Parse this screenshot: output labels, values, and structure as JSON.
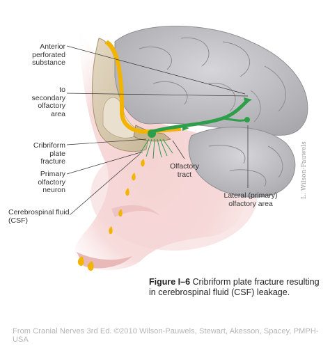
{
  "labels": {
    "anterior_perforated": "Anterior\nperforated\nsubstance",
    "secondary_olfactory": "to\nsecondary\nolfactory\narea",
    "cribriform": "Cribriform\nplate\nfracture",
    "primary_neuron": "Primary\nolfactory\nneuron",
    "csf": "Cerebrospinal fluid\n(CSF)",
    "olfactory_tract": "Olfactory\ntract",
    "lateral_area": "Lateral (primary)\nolfactory area"
  },
  "caption": {
    "figure": "Figure I–6",
    "text": "Cribriform plate fracture resulting in cerebrospinal fluid (CSF) leakage."
  },
  "credit": "From Cranial Nerves 3rd Ed. ©2010 Wilson-Pauwels, Stewart, Akesson, Spacey, PMPH-USA",
  "signature": "L. Wilson-Pauwels",
  "colors": {
    "brain": "#b9b9bd",
    "skin": "#f3d9d6",
    "csf": "#f2b400",
    "nerve": "#2f9e4a"
  }
}
